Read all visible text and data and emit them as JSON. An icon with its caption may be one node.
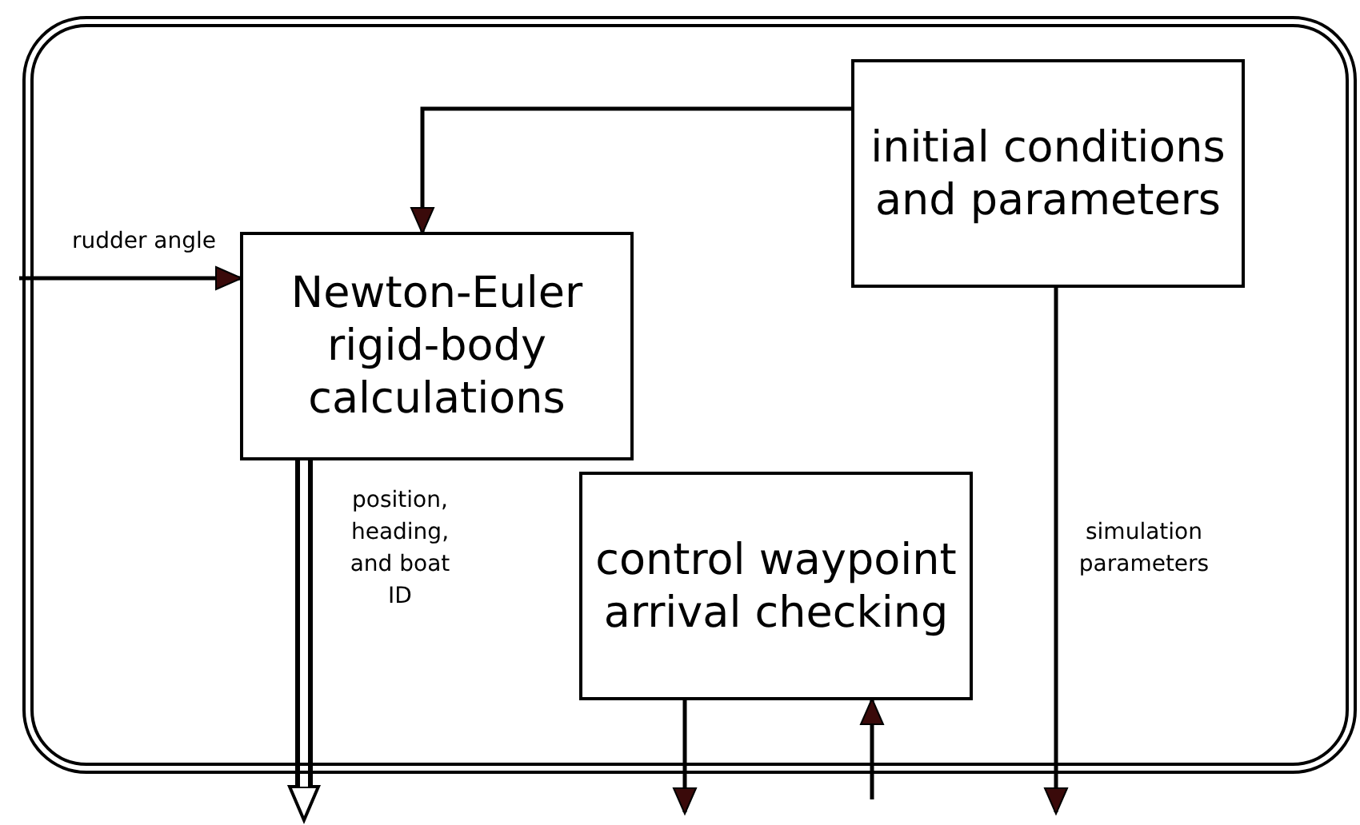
{
  "diagram": {
    "nodes": [
      {
        "text": [],
        "shape": "box"
      },
      {
        "text": [
          "Newton-Euler rigid-body calculations"
        ],
        "in": 0
      },
      {
        "text": [
          "initial conditions and parameters"
        ],
        "in": 0
      },
      {
        "text": [
          "control waypoint arrival checking"
        ],
        "in": 0
      }
    ],
    "edges": [
      {
        "from": null,
        "to": 1,
        "arrow": "to",
        "label": "rudder angle"
      },
      {
        "from": 2,
        "to": 1,
        "arrow": "to"
      },
      {
        "from": 1,
        "to": null,
        "arrow": "to",
        "label": "position, heading, and boat ID",
        "style": "thick"
      },
      {
        "from": 3,
        "to": null,
        "arrow": "to"
      },
      {
        "from": null,
        "to": 3,
        "arrow": "to"
      },
      {
        "from": 2,
        "to": null,
        "arrow": "to",
        "label": "simulation parameters"
      }
    ]
  }
}
